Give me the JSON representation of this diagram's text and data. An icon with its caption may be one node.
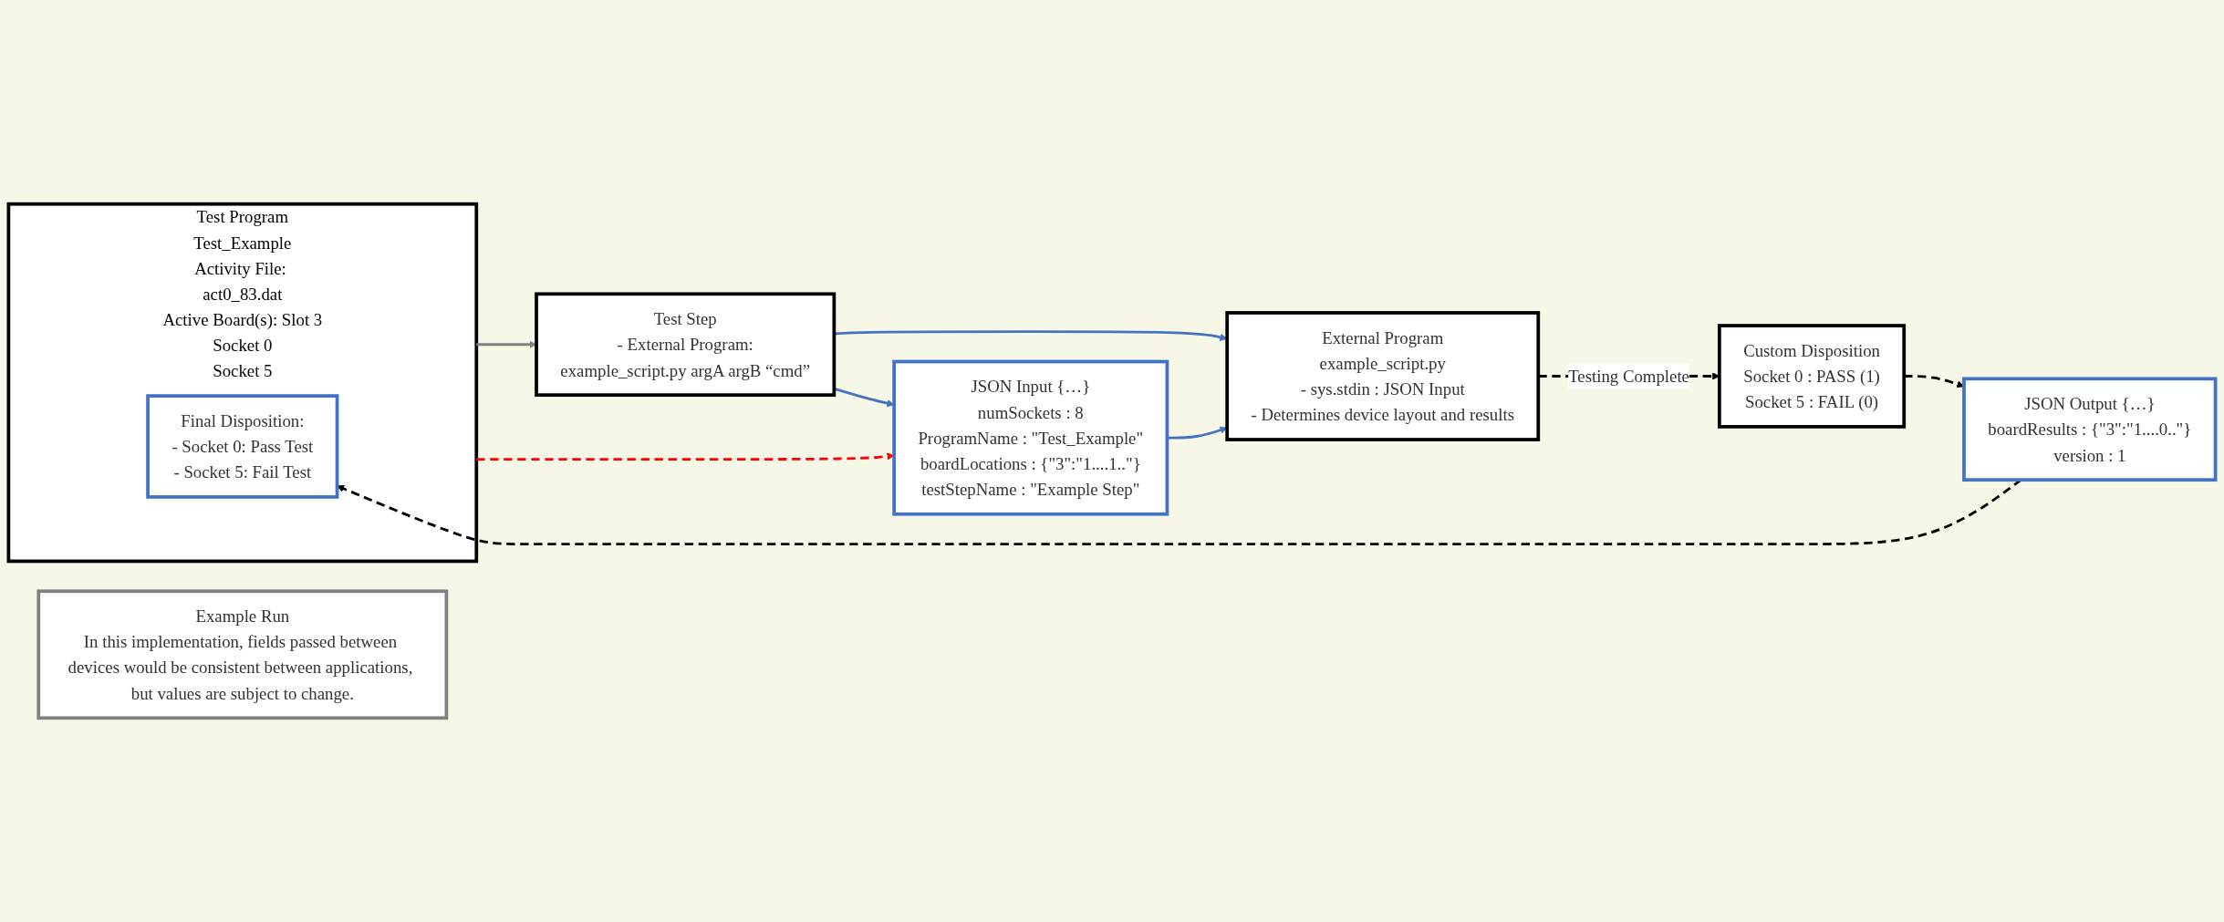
{
  "diagram": {
    "nodes": [
      {
        "text": [
          "Test Program",
          "Test_Example",
          "Activity File: act0_83.dat",
          "Active Board(s): Slot 3",
          "Socket 0",
          "Socket 5"
        ]
      },
      {
        "text": [
          "Final Disposition:",
          "- Socket 0: Pass Test",
          "- Socket 5: Fail Test"
        ],
        "in": 0
      },
      {
        "text": [
          "Test Step",
          "- External Program:",
          "example_script.py argA argB “cmd”"
        ]
      },
      {
        "text": [
          "Example Run",
          "In this implementation, fields passed between devices would be consistent between applications, but values are subject to change."
        ]
      },
      {
        "text": [
          "JSON Input {…}",
          "numSockets : 8",
          "ProgramName : \"Test_Example\"",
          "boardLocations : {\"3\":\"1....1..\"}",
          "testStepName : \"Example Step\""
        ]
      },
      {
        "text": [
          "External Program",
          "example_script.py",
          "- sys.stdin : JSON Input",
          "- Determines device layout and results"
        ]
      },
      {
        "text": [
          "Custom Disposition",
          "Socket 0 : PASS (1)",
          "Socket 5 : FAIL (0)"
        ]
      },
      {
        "text": [
          "JSON Output {…}",
          "boardResults : {\"3\":\"1....0..\"}",
          "version : 1"
        ]
      }
    ],
    "edges": [
      {
        "from": 0,
        "to": 2,
        "arrow": "to",
        "color": "#808080"
      },
      {
        "from": 2,
        "to": 4,
        "arrow": "to",
        "color": "#4472c4"
      },
      {
        "from": 2,
        "to": 5,
        "arrow": "to",
        "color": "#4472c4"
      },
      {
        "from": 4,
        "to": 5,
        "arrow": "to",
        "color": "#4472c4"
      },
      {
        "from": 0,
        "to": 4,
        "arrow": "to",
        "style": "dashed",
        "color": "#ff0000"
      },
      {
        "from": 5,
        "to": 6,
        "arrow": "to",
        "style": "dashed",
        "color": "#000000",
        "label": "Testing Complete"
      },
      {
        "from": 6,
        "to": 7,
        "arrow": "to",
        "style": "dashed",
        "color": "#000000"
      },
      {
        "from": 7,
        "to": 1,
        "arrow": "to",
        "style": "dashed",
        "color": "#000000"
      }
    ]
  }
}
